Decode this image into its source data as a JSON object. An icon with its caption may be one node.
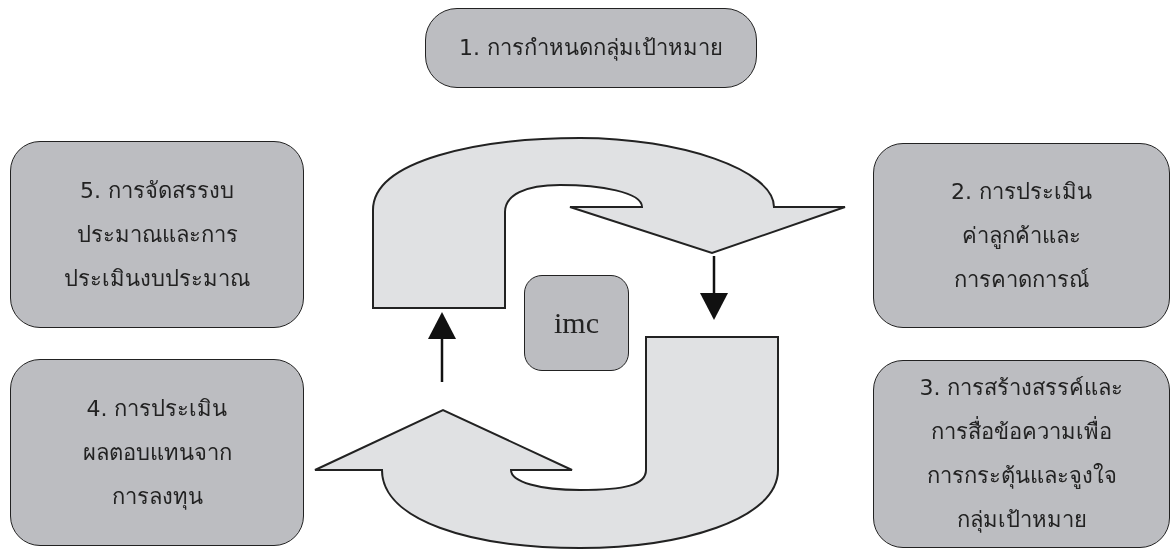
{
  "diagram": {
    "nodes": [
      {
        "text": [
          "1. การกำหนดกลุ่มเป้าหมาย"
        ]
      },
      {
        "text": [
          "5. การจัดสรรงบประมาณและการประเมินงบประมาณ"
        ]
      },
      {
        "text": [
          "2. การประเมินค่าลูกค้าและการคาดการณ์"
        ]
      },
      {
        "text": [
          "imc"
        ]
      },
      {
        "text": [
          "4. การประเมินผลตอบแทนจากการลงทุน"
        ]
      },
      {
        "text": [
          "3. การสร้างสรรค์และการสื่อข้อความเพื่อการกระตุ้นและจูงใจกลุ่มเป้าหมาย"
        ]
      }
    ]
  }
}
